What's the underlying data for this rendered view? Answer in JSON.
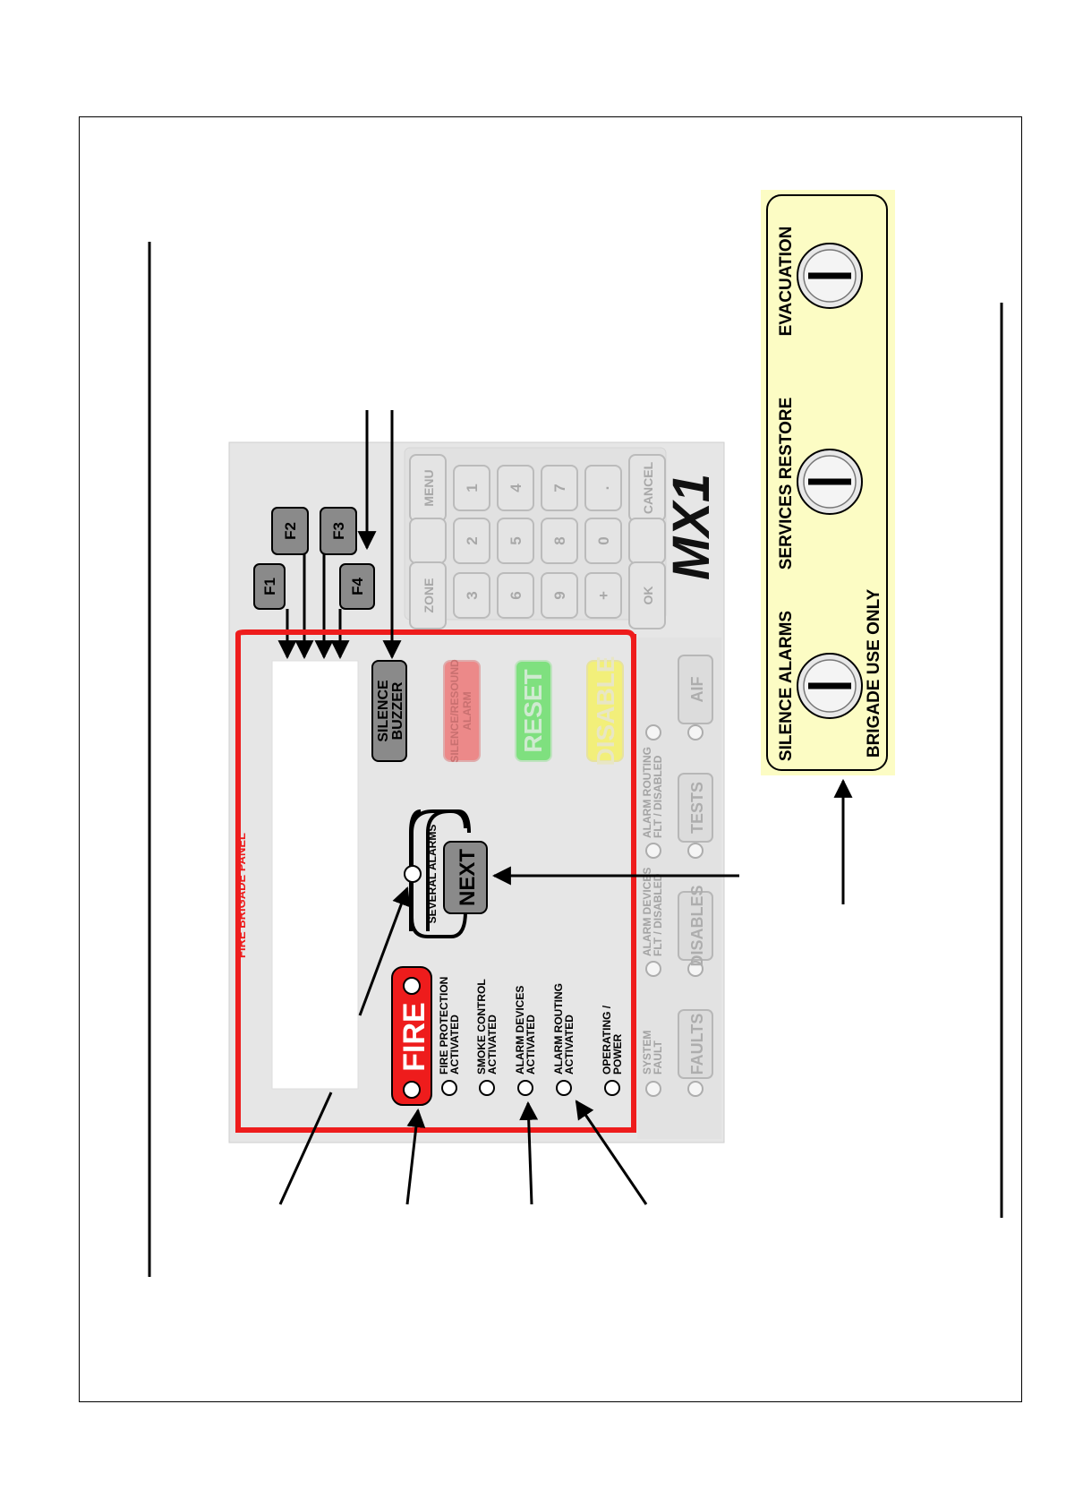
{
  "panel": {
    "section_title": "FIRE BRIGADE PANEL",
    "model": "MX1",
    "fire_label": "FIRE",
    "several_alarms": "SEVERAL ALARMS",
    "next": "NEXT",
    "silence_buzzer": [
      "SILENCE",
      "BUZZER"
    ],
    "silence_resound": [
      "SILENCE/RESOUND",
      "ALARM"
    ],
    "reset": "RESET",
    "disable": "DISABLE",
    "indicators": [
      [
        "FIRE PROTECTION",
        "ACTIVATED"
      ],
      [
        "SMOKE CONTROL",
        "ACTIVATED"
      ],
      [
        "ALARM DEVICES",
        "ACTIVATED"
      ],
      [
        "ALARM ROUTING",
        "ACTIVATED"
      ],
      [
        "OPERATING /",
        "POWER"
      ]
    ],
    "bottom_row": {
      "system_fault": [
        "SYSTEM",
        "FAULT"
      ],
      "faults": "FAULTS",
      "alarm_devices_flt": [
        "ALARM DEVICES",
        "FLT / DISABLED"
      ],
      "disables": "DISABLES",
      "alarm_routing_flt": [
        "ALARM ROUTING",
        "FLT / DISABLED"
      ],
      "tests": "TESTS",
      "aif": "AIF"
    },
    "function_keys": [
      "F1",
      "F2",
      "F3",
      "F4"
    ],
    "keypad": [
      [
        "MENU",
        "1",
        "4",
        "7",
        ".",
        "CANCEL"
      ],
      [
        "",
        "2",
        "5",
        "8",
        "0",
        ""
      ],
      [
        "ZONE",
        "3",
        "6",
        "9",
        "+",
        "OK"
      ]
    ]
  },
  "brigade_box": {
    "switches": [
      "SILENCE ALARMS",
      "SERVICES RESTORE",
      "EVACUATION"
    ],
    "footer": "BRIGADE USE ONLY",
    "switch_glyph": "I"
  },
  "colors": {
    "panel_bg": "#e6e6e6",
    "fire_red": "#ee1c1c",
    "reset_green": "#7fe07f",
    "disable_yellow": "#f2ef7a",
    "brigade_bg": "#fcfcc4",
    "button_dark": "#8a8a8a"
  }
}
